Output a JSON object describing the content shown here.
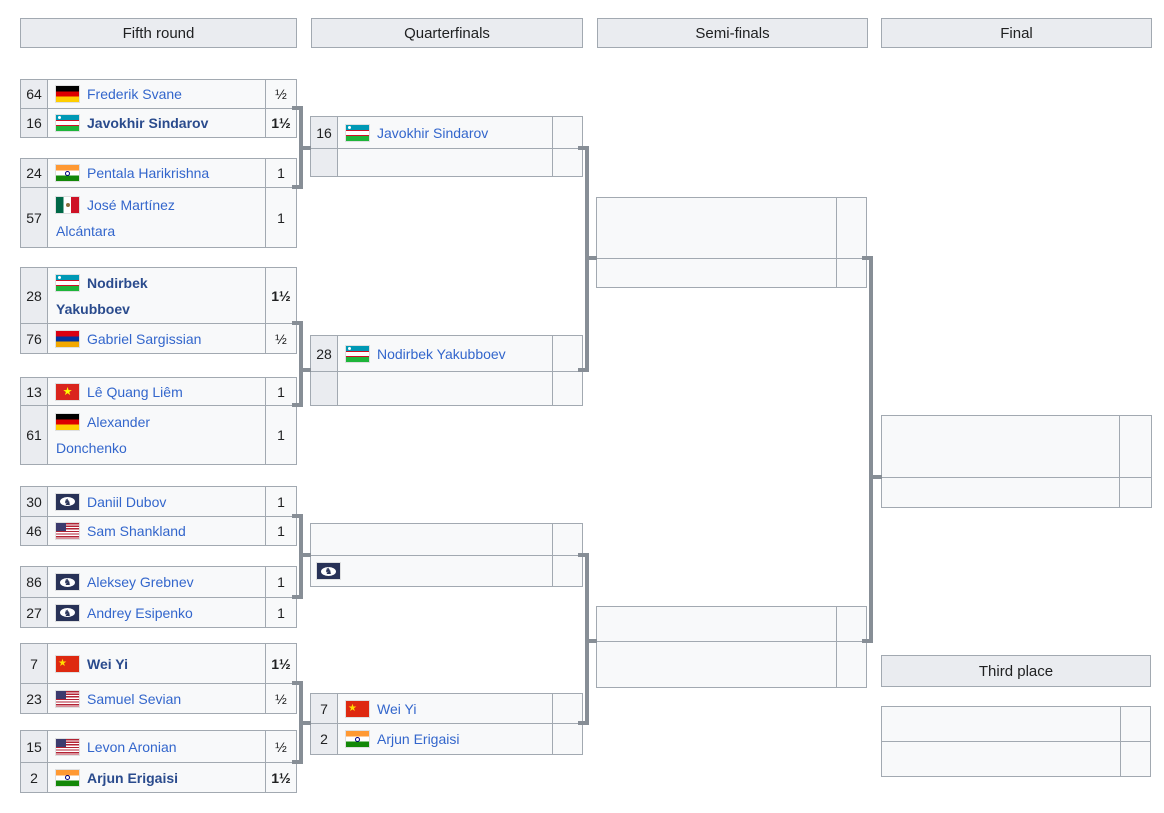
{
  "page": {
    "background": "#ffffff"
  },
  "colors": {
    "border": "#a2a9b1",
    "cell_bg": "#f8f9fa",
    "seed_bg": "#eaecf0",
    "header_bg": "#eaecf0",
    "link": "#3366cc",
    "winner_link": "#2a4b8d",
    "connector": "#878e96",
    "text": "#202122"
  },
  "headers": {
    "round5": "Fifth round",
    "quarterfinals": "Quarterfinals",
    "semifinals": "Semi-finals",
    "final": "Final",
    "third_place": "Third place"
  },
  "bracket": {
    "round5": {
      "matches": [
        {
          "p1": {
            "seed": "64",
            "flag": "germany-flag",
            "name": "Frederik Svane",
            "score": "½",
            "winner": false
          },
          "p2": {
            "seed": "16",
            "flag": "uzbekistan-flag",
            "name": "Javokhir Sindarov",
            "score": "1½",
            "winner": true
          }
        },
        {
          "p1": {
            "seed": "24",
            "flag": "india-flag",
            "name": "Pentala Harikrishna",
            "score": "1",
            "winner": false
          },
          "p2": {
            "seed": "57",
            "flag": "mexico-flag",
            "name": "José Martínez\nAlcántara",
            "score": "1",
            "winner": false
          }
        },
        {
          "p1": {
            "seed": "28",
            "flag": "uzbekistan-flag",
            "name": "Nodirbek\nYakubboev",
            "score": "1½",
            "winner": true
          },
          "p2": {
            "seed": "76",
            "flag": "armenia-flag",
            "name": "Gabriel Sargissian",
            "score": "½",
            "winner": false
          }
        },
        {
          "p1": {
            "seed": "13",
            "flag": "vietnam-flag",
            "name": "Lê Quang Liêm",
            "score": "1",
            "winner": false
          },
          "p2": {
            "seed": "61",
            "flag": "germany-flag",
            "name": "Alexander\nDonchenko",
            "score": "1",
            "winner": false
          }
        },
        {
          "p1": {
            "seed": "30",
            "flag": "fide-flag",
            "name": "Daniil Dubov",
            "score": "1",
            "winner": false
          },
          "p2": {
            "seed": "46",
            "flag": "usa-flag",
            "name": "Sam Shankland",
            "score": "1",
            "winner": false
          }
        },
        {
          "p1": {
            "seed": "86",
            "flag": "fide-flag",
            "name": "Aleksey Grebnev",
            "score": "1",
            "winner": false
          },
          "p2": {
            "seed": "27",
            "flag": "fide-flag",
            "name": "Andrey Esipenko",
            "score": "1",
            "winner": false
          }
        },
        {
          "p1": {
            "seed": "7",
            "flag": "china-flag",
            "name": "Wei Yi",
            "score": "1½",
            "winner": true
          },
          "p2": {
            "seed": "23",
            "flag": "usa-flag",
            "name": "Samuel Sevian",
            "score": "½",
            "winner": false
          }
        },
        {
          "p1": {
            "seed": "15",
            "flag": "usa-flag",
            "name": "Levon Aronian",
            "score": "½",
            "winner": false
          },
          "p2": {
            "seed": "2",
            "flag": "india-flag",
            "name": "Arjun Erigaisi",
            "score": "1½",
            "winner": true
          }
        }
      ]
    },
    "quarterfinals": {
      "matches": [
        {
          "p1": {
            "seed": "16",
            "flag": "uzbekistan-flag",
            "name": "Javokhir Sindarov",
            "score": ""
          },
          "p2": {
            "seed": "",
            "flag": "",
            "name": "",
            "score": ""
          }
        },
        {
          "p1": {
            "seed": "28",
            "flag": "uzbekistan-flag",
            "name": "Nodirbek Yakubboev",
            "score": ""
          },
          "p2": {
            "seed": "",
            "flag": "",
            "name": "",
            "score": ""
          }
        },
        {
          "p1": {
            "seed": "",
            "flag": "",
            "name": "",
            "score": ""
          },
          "p2": {
            "seed": "",
            "flag": "fide-flag",
            "name": "",
            "score": ""
          }
        },
        {
          "p1": {
            "seed": "7",
            "flag": "china-flag",
            "name": "Wei Yi",
            "score": ""
          },
          "p2": {
            "seed": "2",
            "flag": "india-flag",
            "name": "Arjun Erigaisi",
            "score": ""
          }
        }
      ]
    },
    "semifinals": {
      "matches": [
        {
          "p1": {
            "name": "",
            "score": ""
          },
          "p2": {
            "name": "",
            "score": ""
          }
        },
        {
          "p1": {
            "name": "",
            "score": ""
          },
          "p2": {
            "name": "",
            "score": ""
          }
        }
      ]
    },
    "final": {
      "match": {
        "p1": {
          "name": "",
          "score": ""
        },
        "p2": {
          "name": "",
          "score": ""
        }
      }
    },
    "third_place": {
      "match": {
        "p1": {
          "name": "",
          "score": ""
        },
        "p2": {
          "name": "",
          "score": ""
        }
      }
    }
  }
}
